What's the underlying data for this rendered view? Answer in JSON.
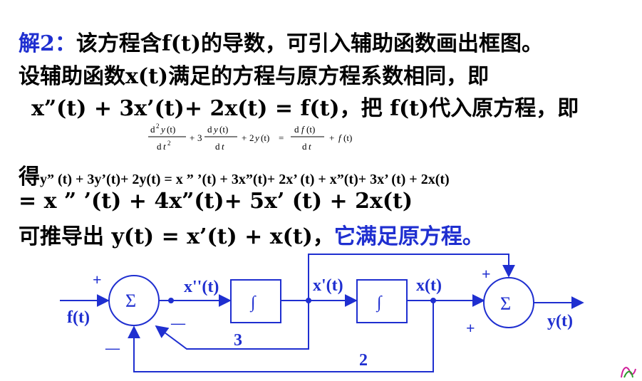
{
  "text": {
    "line1_label": "解2：",
    "line1_rest": "该方程含f(t)的导数，可引入辅助函数画出框图。",
    "line2": "设辅助函数x(t)满足的方程与原方程系数相同，即",
    "line3": "x”(t) + 3x’(t)+ 2x(t) = f(t)，把 f(t)代入原方程，即",
    "line5_lead": "得",
    "line5_rest": "y” (t) + 3y’(t)+ 2y(t) = x ” ’(t) + 3x”(t)+ 2x’ (t) + x”(t)+ 3x’ (t) + 2x(t)",
    "line6": "= x ” ’(t) + 4x”(t)+ 5x’ (t) + 2x(t)",
    "line7_black": "可推导出 y(t) = x’(t) + x(t)，",
    "line7_blue": "它满足原方程。"
  },
  "equation": {
    "t1_num_d": "d",
    "t1_num_sup": "2",
    "t1_num_y": "y",
    "t1_num_t": "(t)",
    "t1_den_d": "d",
    "t1_den_t": "t",
    "t1_den_sup": "2",
    "plus1": "+",
    "coef3": "3",
    "t2_num_d": "d",
    "t2_num_y": "y",
    "t2_num_t": "(t)",
    "t2_den_d": "d",
    "t2_den_t": "t",
    "plus2": "+",
    "coef2": "2",
    "y_sym": "y",
    "y_arg": "(t)",
    "eq": "=",
    "r1_num_d": "d",
    "r1_num_f": "f",
    "r1_num_t": "(t)",
    "r1_den_d": "d",
    "r1_den_t": "t",
    "plus3": "+",
    "f_sym": "f",
    "f_arg": "(t)"
  },
  "diagram": {
    "input_label": "f(t)",
    "sum1_symbol": "Σ",
    "sum1_plus": "+",
    "sum1_minus_top": "—",
    "sum1_minus_bottom": "—",
    "x2_label": "x''(t)",
    "int1_symbol": "∫",
    "x1_label": "x'(t)",
    "int2_symbol": "∫",
    "x_label": "x(t)",
    "sum2_symbol": "Σ",
    "sum2_plus_top": "+",
    "sum2_plus_bottom": "+",
    "output_label": "y(t)",
    "gain3": "3",
    "gain2": "2"
  },
  "colors": {
    "highlight_blue": "#1f2fd0",
    "diagram_blue": "#1f2fd0",
    "text": "#000000"
  }
}
